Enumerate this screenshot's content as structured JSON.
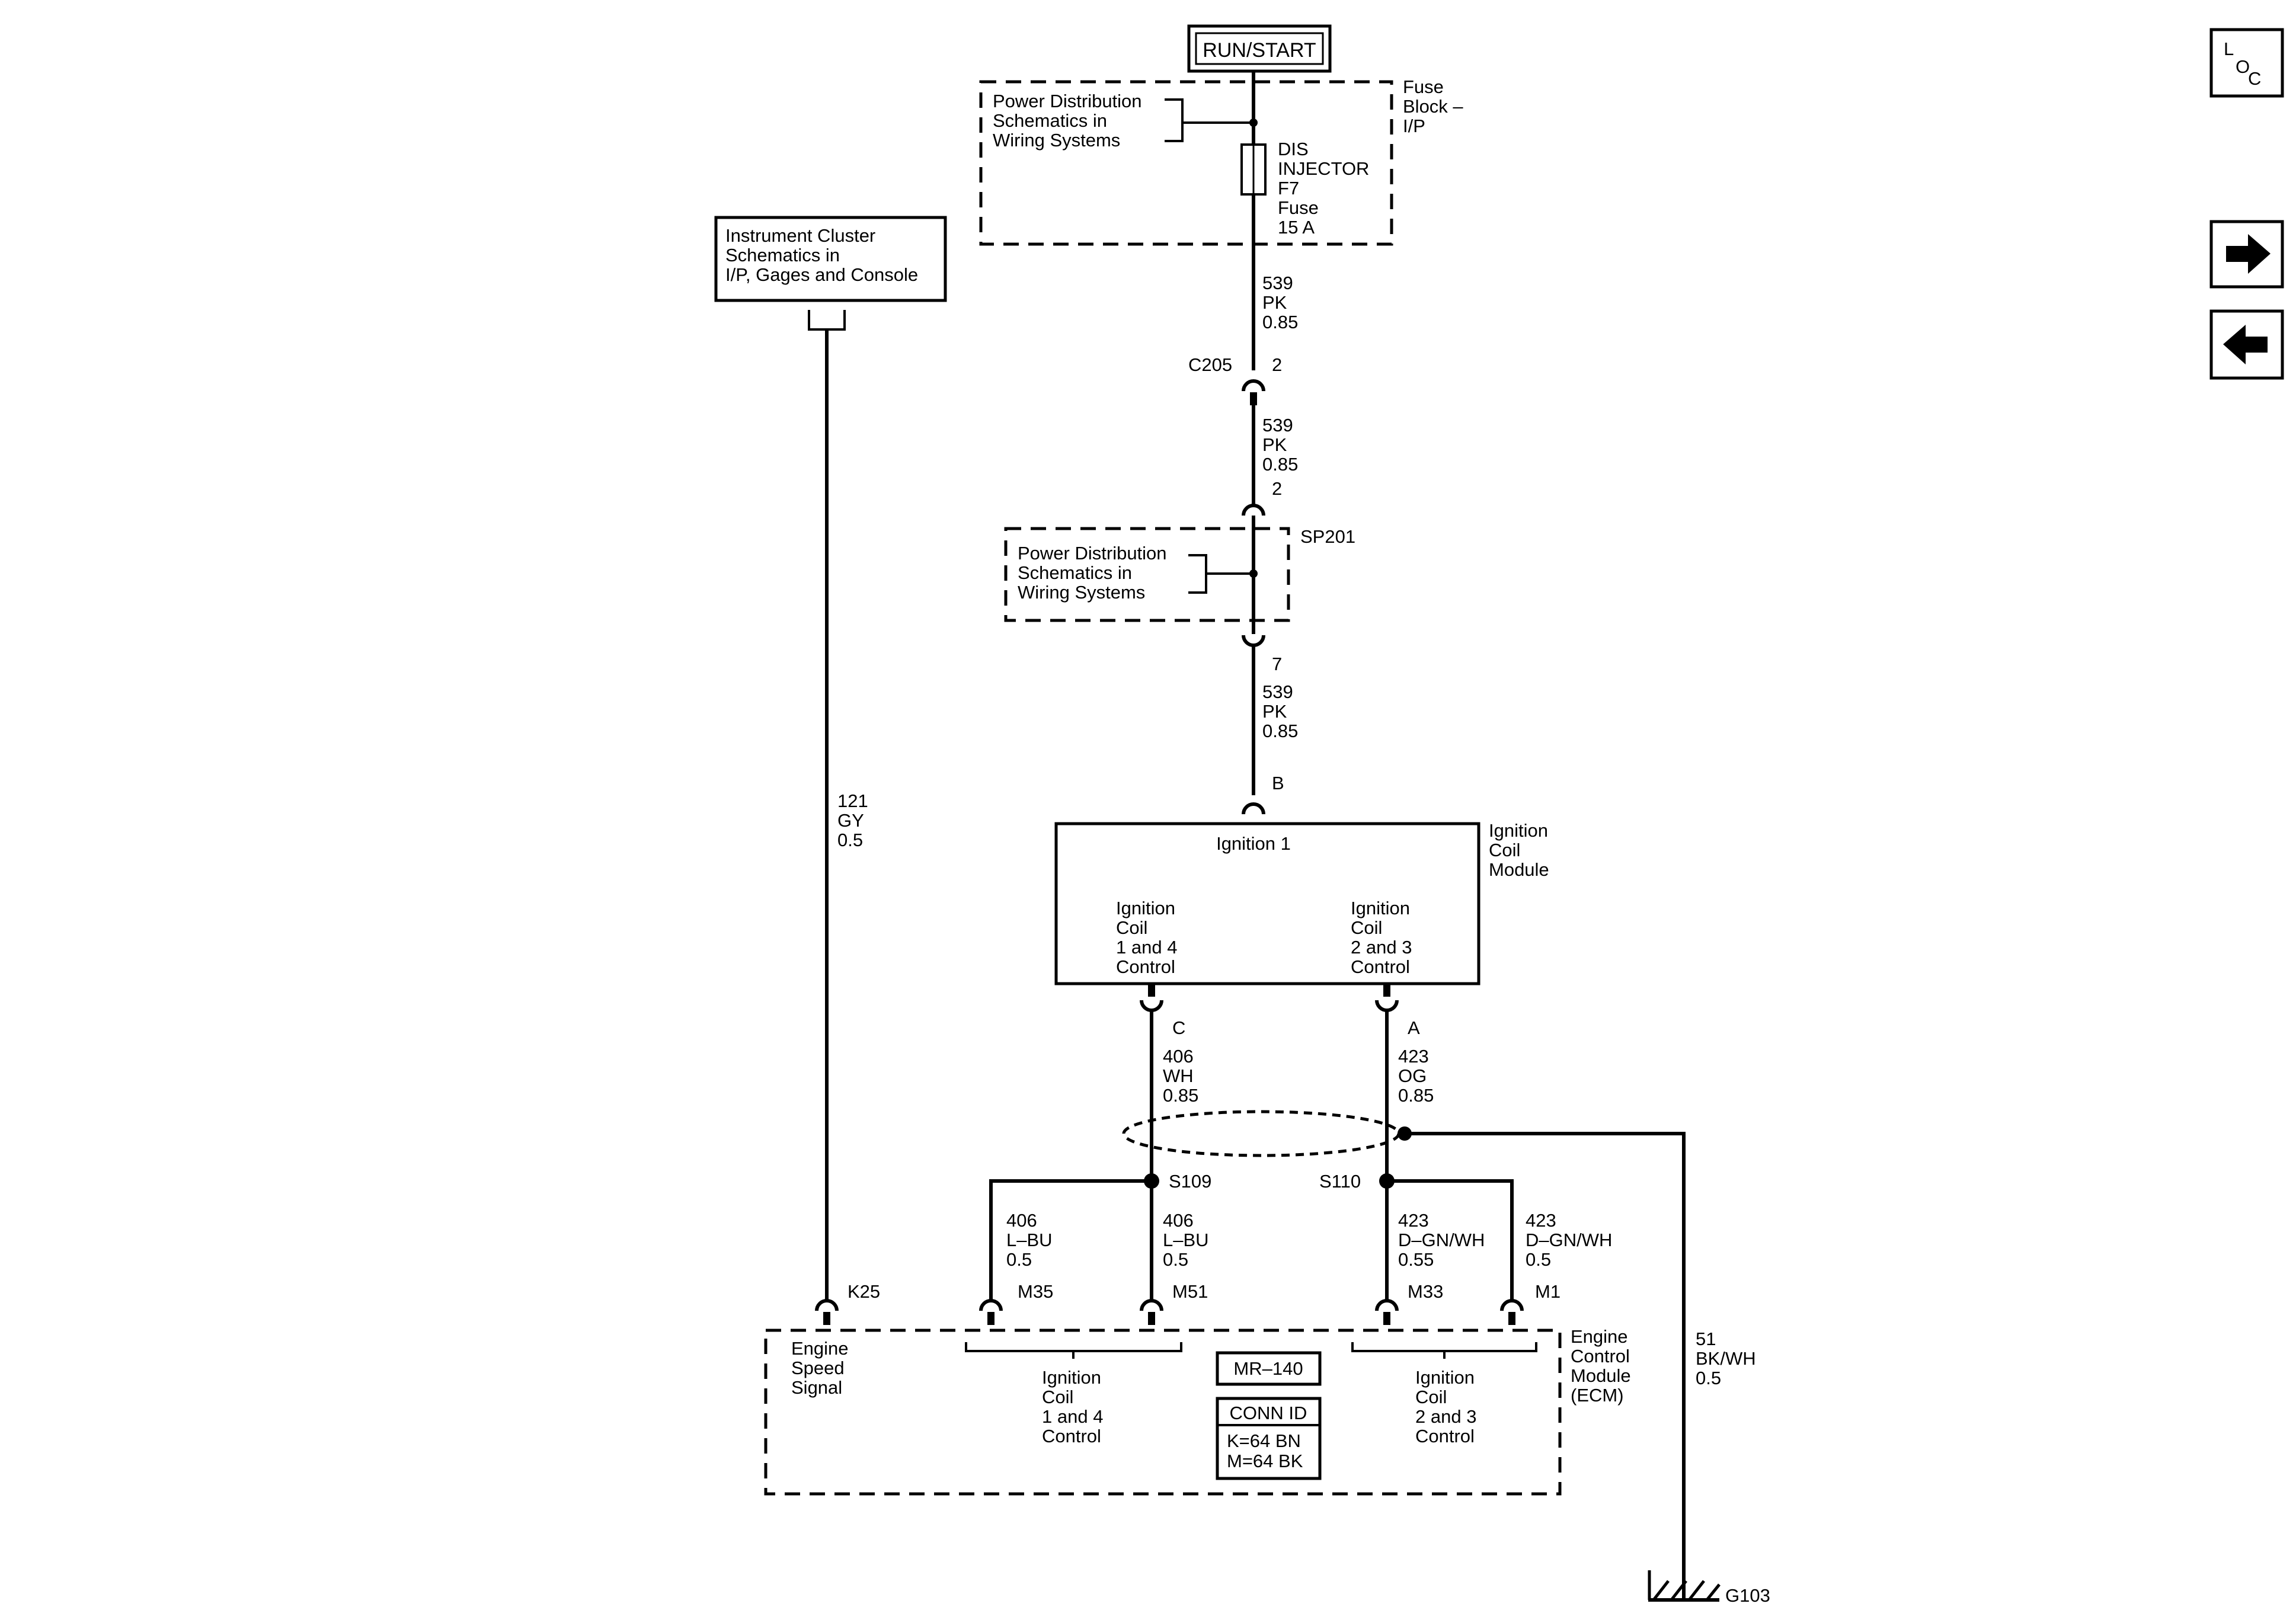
{
  "power_source": "RUN/START",
  "fuse_block": {
    "name_lines": [
      "Fuse",
      "Block –",
      "I/P"
    ],
    "ref_lines": [
      "Power Distribution",
      "Schematics in",
      "Wiring Systems"
    ],
    "fuse_lines": [
      "DIS",
      "INJECTOR",
      "F7",
      "Fuse",
      "15 A"
    ]
  },
  "instrument_cluster": [
    "Instrument Cluster",
    "Schematics in",
    "I/P, Gages and Console"
  ],
  "wires": {
    "w1": [
      "539",
      "PK",
      "0.85"
    ],
    "w2": [
      "539",
      "PK",
      "0.85"
    ],
    "w3": [
      "539",
      "PK",
      "0.85"
    ],
    "w121": [
      "121",
      "GY",
      "0.5"
    ],
    "w406": [
      "406",
      "WH",
      "0.85"
    ],
    "w423": [
      "423",
      "OG",
      "0.85"
    ],
    "w406a": [
      "406",
      "L–BU",
      "0.5"
    ],
    "w406b": [
      "406",
      "L–BU",
      "0.5"
    ],
    "w423a": [
      "423",
      "D–GN/WH",
      "0.55"
    ],
    "w423b": [
      "423",
      "D–GN/WH",
      "0.5"
    ],
    "w51": [
      "51",
      "BK/WH",
      "0.5"
    ]
  },
  "connectors": {
    "c205": "C205",
    "c205_pin_top": "2",
    "c205_pin_bottom": "2",
    "sp201_pin": "7",
    "coil_b": "B",
    "coil_c": "C",
    "coil_a": "A",
    "k25": "K25",
    "m35": "M35",
    "m51": "M51",
    "m33": "M33",
    "m1": "M1"
  },
  "splice_pack": {
    "name": "SP201",
    "ref_lines": [
      "Power Distribution",
      "Schematics in",
      "Wiring Systems"
    ]
  },
  "splices": {
    "s109": "S109",
    "s110": "S110"
  },
  "ignition_coil_module": {
    "name_lines": [
      "Ignition",
      "Coil",
      "Module"
    ],
    "ignition_1": "Ignition 1",
    "left_lines": [
      "Ignition",
      "Coil",
      "1 and 4",
      "Control"
    ],
    "right_lines": [
      "Ignition",
      "Coil",
      "2 and 3",
      "Control"
    ]
  },
  "ecm": {
    "name_lines": [
      "Engine",
      "Control",
      "Module",
      "(ECM)"
    ],
    "speed_lines": [
      "Engine",
      "Speed",
      "Signal"
    ],
    "coil14_lines": [
      "Ignition",
      "Coil",
      "1 and 4",
      "Control"
    ],
    "coil23_lines": [
      "Ignition",
      "Coil",
      "2 and 3",
      "Control"
    ],
    "mr": "MR–140",
    "conn_id_title": "CONN ID",
    "conn_id_lines": [
      "K=64 BN",
      "M=64 BK"
    ]
  },
  "ground": "G103",
  "side_buttons": {
    "loc": [
      "L",
      "O",
      "C"
    ],
    "next_icon": "right-arrow-icon",
    "prev_icon": "left-arrow-icon"
  }
}
